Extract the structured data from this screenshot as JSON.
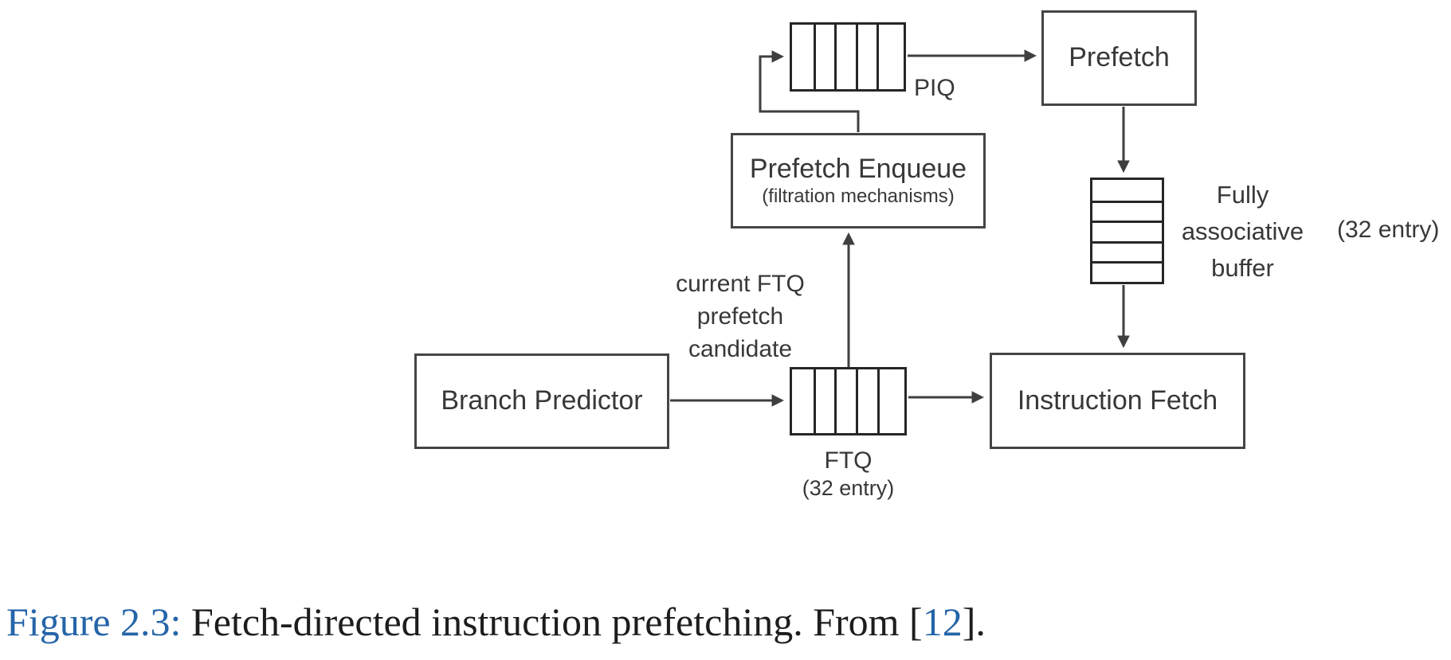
{
  "diagram": {
    "boxes": {
      "branch_predictor": {
        "label": "Branch Predictor"
      },
      "prefetch_enqueue": {
        "label": "Prefetch Enqueue",
        "sublabel": "(filtration mechanisms)"
      },
      "prefetch": {
        "label": "Prefetch"
      },
      "instruction_fetch": {
        "label": "Instruction Fetch"
      }
    },
    "queues": {
      "piq": {
        "label": "PIQ",
        "cells": 5
      },
      "ftq": {
        "label": "FTQ",
        "entries": "(32 entry)",
        "cells": 5
      },
      "fab": {
        "line1": "Fully",
        "line2": "associative",
        "line3": "buffer",
        "entries": "(32 entry)",
        "cells": 5
      }
    },
    "annotations": {
      "ftq_candidate": {
        "line1": "current FTQ",
        "line2": "prefetch",
        "line3": "candidate"
      }
    },
    "colors": {
      "line": "#3f3f3f",
      "box_border": "#454545",
      "text": "#383838"
    }
  },
  "caption": {
    "figure_label": "Figure 2.3:",
    "text_before_ref": " Fetch-directed instruction prefetching. From [",
    "ref": "12",
    "text_after_ref": "].",
    "accent_color": "#2565a8"
  }
}
